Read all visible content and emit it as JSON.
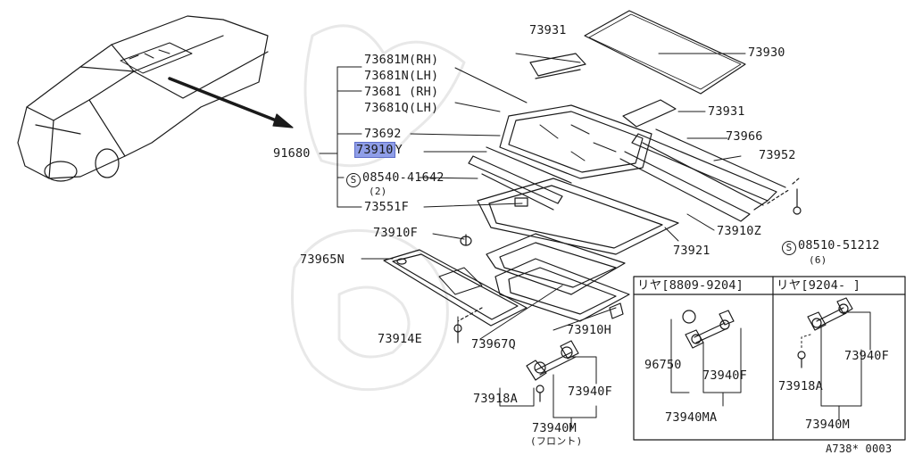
{
  "parts": {
    "p73931_top": "73931",
    "p73930": "73930",
    "p73931_mid": "73931",
    "p73966": "73966",
    "p73952": "73952",
    "p73681M": "73681M(RH)",
    "p73681N": "73681N(LH)",
    "p73681": "73681 (RH)",
    "p73681Q": "73681Q(LH)",
    "p73692": "73692",
    "p73910_hl": "73910",
    "p73910_suffix": "Y",
    "p91680": "91680",
    "p08540": "08540-41642",
    "p08540_qty": "(2)",
    "p73551F": "73551F",
    "p73910F": "73910F",
    "p73965N": "73965N",
    "p73910Z": "73910Z",
    "p73921": "73921",
    "p08510": "08510-51212",
    "p08510_qty": "(6)",
    "p73910H": "73910H",
    "p73967Q": "73967Q",
    "p73914E": "73914E",
    "p73918A": "73918A",
    "p73940F": "73940F",
    "p73940M": "73940M",
    "p73940M_note": "(フロント)"
  },
  "screw_symbol": "S",
  "inset_left": {
    "header": "リヤ[8809-9204]",
    "p96750": "96750",
    "p73940F": "73940F",
    "p73940MA": "73940MA"
  },
  "inset_right": {
    "header": "リヤ[9204- ]",
    "p73940F": "73940F",
    "p73918A": "73918A",
    "p73940M": "73940M"
  },
  "footer_code": "A738* 0003",
  "colors": {
    "line": "#1a1a1a",
    "highlight": "#8f9ee8",
    "watermark": "#e6e6e6"
  }
}
